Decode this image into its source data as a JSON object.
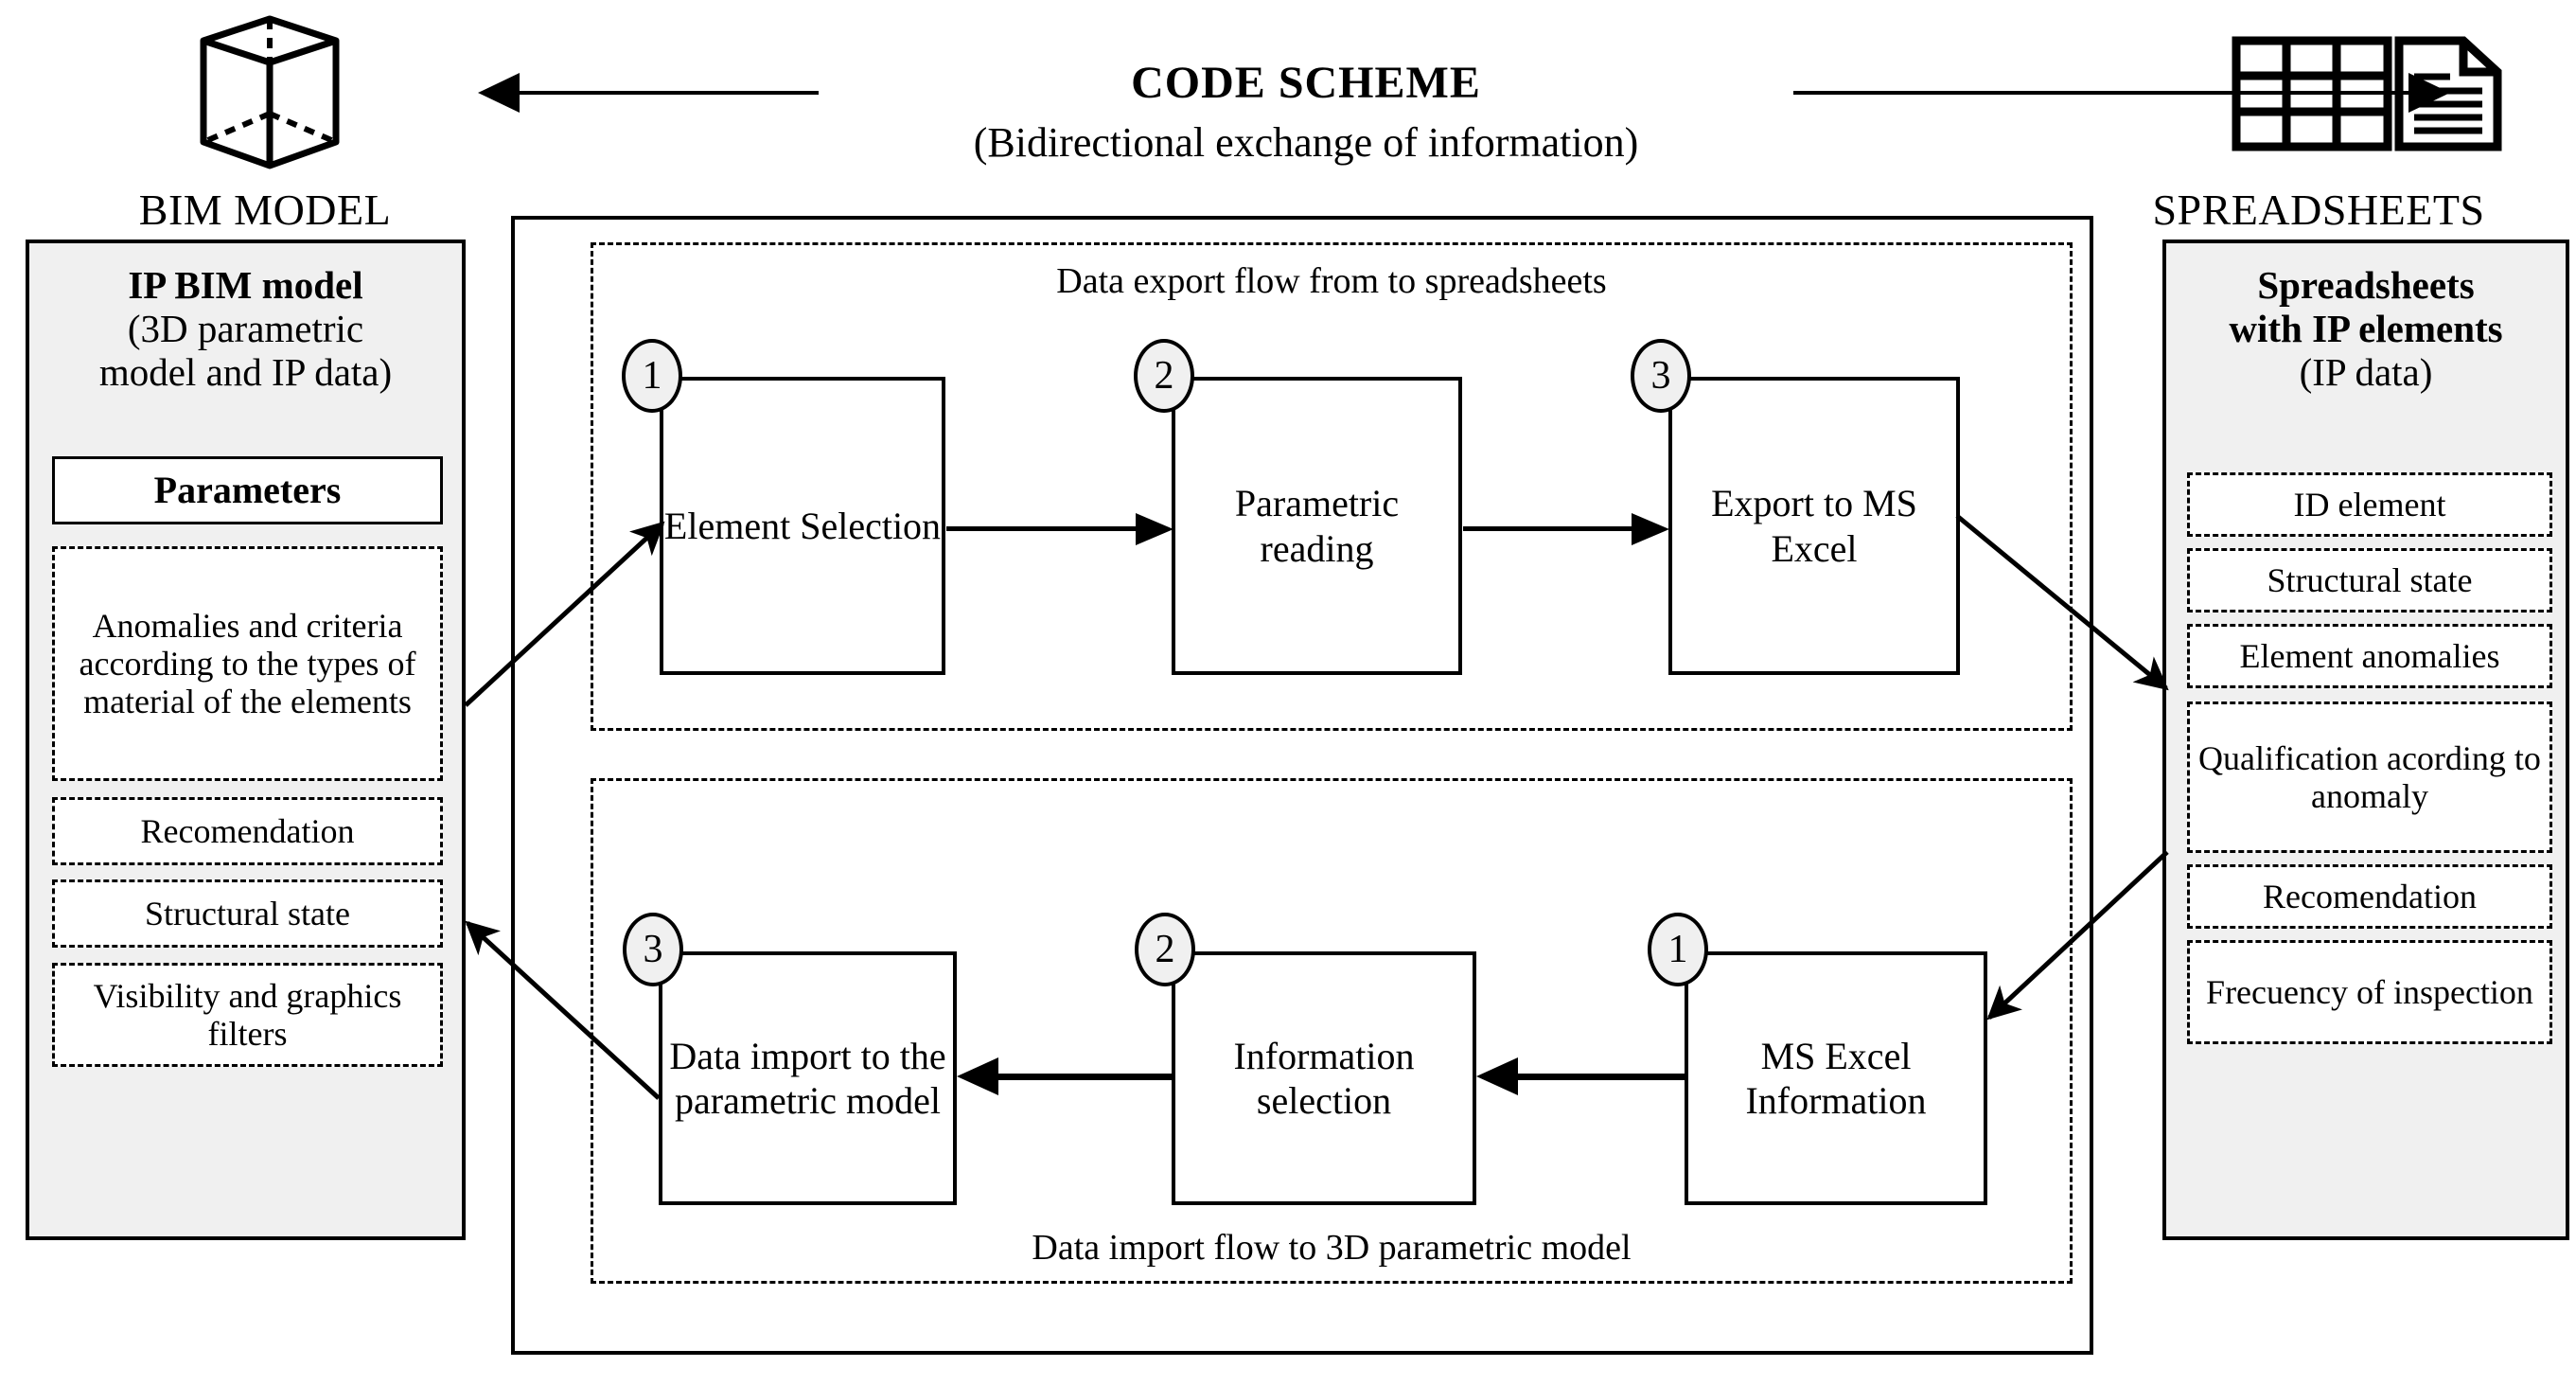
{
  "header": {
    "title": "CODE SCHEME",
    "subtitle": "(Bidirectional exchange of information)",
    "left_icon": "3d-cube-icon",
    "right_icon": "spreadsheet-document-icon",
    "left_caption": "BIM MODEL",
    "right_caption": "SPREADSHEETS"
  },
  "left_panel": {
    "title_bold": "IP BIM model",
    "title_line2": "(3D parametric",
    "title_line3": "model and IP data)",
    "parameters_label": "Parameters",
    "items": [
      "Anomalies and criteria according to the types of material of the elements",
      "Recomendation",
      "Structural state",
      "Visibility and graphics  filters"
    ]
  },
  "right_panel": {
    "title_bold_line1": "Spreadsheets",
    "title_bold_line2": "with IP elements",
    "title_line3": "(IP data)",
    "items": [
      "ID element",
      "Structural state",
      "Element anomalies",
      "Qualification acording to anomaly",
      "Recomendation",
      "Frecuency  of inspection"
    ]
  },
  "export_flow": {
    "label": "Data export flow from to spreadsheets",
    "steps": [
      {
        "number": "1",
        "label": "Element Selection"
      },
      {
        "number": "2",
        "label": "Parametric reading"
      },
      {
        "number": "3",
        "label": "Export to MS Excel"
      }
    ]
  },
  "import_flow": {
    "label": "Data import flow to 3D parametric model",
    "steps": [
      {
        "number": "3",
        "label": "Data import to the parametric model"
      },
      {
        "number": "2",
        "label": "Information selection"
      },
      {
        "number": "1",
        "label": "MS Excel Information"
      }
    ]
  },
  "colors": {
    "stroke": "#000000",
    "panel_fill": "#f0f0f0",
    "page_bg": "#ffffff"
  }
}
